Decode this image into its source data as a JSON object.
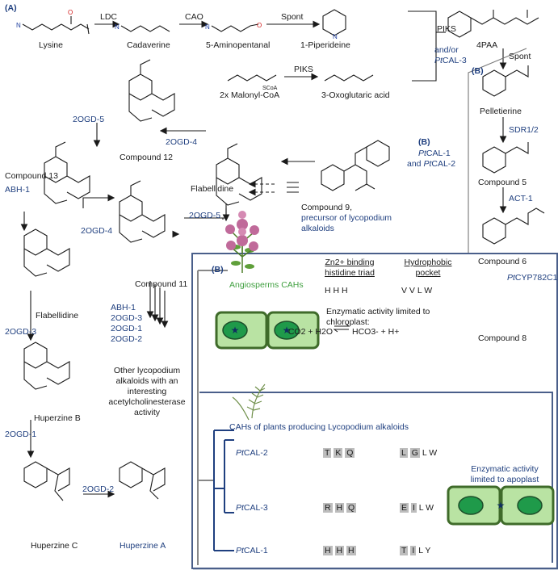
{
  "panel_a": {
    "label": "(A)",
    "compounds": {
      "lysine": "Lysine",
      "cadaverine": "Cadaverine",
      "aminopentanal": "5-Aminopentanal",
      "piperideine": "1-Piperideine",
      "fourpaa": "4PAA",
      "malonyl": "2x Malonyl-CoA",
      "oxoglutaric": "3-Oxoglutaric acid",
      "pelletierine": "Pelletierine",
      "c5": "Compound 5",
      "c6": "Compound 6",
      "c8": "Compound 8",
      "c9a": "Compound 9,",
      "c9b": "precursor of  lycopodium",
      "c9c": "alkaloids",
      "c12": "Compound 12",
      "c13": "Compound 13",
      "flab1": "Flabellidine",
      "flab2": "Flabellidine",
      "c11": "Compound 11",
      "hupb": "Huperzine B",
      "hupc": "Huperzine C",
      "hupa": "Huperzine A",
      "other1": "Other lycopodium",
      "other2": "alkaloids with an",
      "other3": "interesting",
      "other4": "acetylcholinesterase",
      "other5": "activity"
    },
    "enzymes": {
      "ldc": "LDC",
      "cao": "CAO",
      "spont1": "Spont",
      "piks1": "PIKS",
      "andor": "and/or",
      "pcal3": "PtCAL-3",
      "piks2": "PIKS",
      "spont2": "Spont",
      "sdr": "SDR1/2",
      "act": "ACT-1",
      "cyp": "PtCYP782C1",
      "pcal1": "PtCAL-1",
      "pcal2": "and PtCAL-2",
      "b_label1": "(B)",
      "b_label2": "(B)",
      "ogd5a": "2OGD-5",
      "ogd4a": "2OGD-4",
      "ogd5b": "2OGD-5",
      "ogd4b": "2OGD-4",
      "abh1a": "ABH-1",
      "ogd3a": "2OGD-3",
      "ogd1a": "2OGD-1",
      "ogd2a": "2OGD-2",
      "abh1b": "ABH-1",
      "ogd3b": "2OGD-3",
      "ogd1b": "2OGD-1",
      "ogd2b": "2OGD-2"
    },
    "atoms": {
      "n": "N",
      "o": "O",
      "scoa": "SCoA"
    }
  },
  "panel_b": {
    "label": "(B)",
    "col_zn_1": "Zn2+ binding",
    "col_zn_2": "histidine triad",
    "col_hp_1": "Hydrophobic",
    "col_hp_2": "pocket",
    "angio": "Angiosperms CAHs",
    "angio_triad": "H  H  H",
    "angio_pocket": "V  V  L  W",
    "chloro1": "Enzymatic activity limited to",
    "chloro2": "chloroplast:",
    "chloro3a": "CO2 + H2O",
    "chloro3b": "HCO3- + H+",
    "lyco": "CAHs of plants producing Lycopodium alkaloids",
    "apo1": "Enzymatic activity",
    "apo2": "limited to apoplast",
    "rows": [
      {
        "name": "PtCAL-2",
        "triad": [
          "T",
          "K",
          "Q"
        ],
        "pocket": [
          "L",
          "G",
          "L",
          "W"
        ]
      },
      {
        "name": "PtCAL-3",
        "triad": [
          "R",
          "H",
          "Q"
        ],
        "pocket": [
          "E",
          "I",
          "L",
          "W"
        ]
      },
      {
        "name": "PtCAL-1",
        "triad": [
          "H",
          "H",
          "H"
        ],
        "pocket": [
          "T",
          "I",
          "L",
          "Y"
        ]
      }
    ]
  },
  "colors": {
    "nitrogen": "#1f3f9f",
    "oxygen": "#d42020",
    "accent": "#1f3f7f",
    "cell": "#b9e3a3",
    "cell_border": "#3f6b2a",
    "nucleus": "#1f9a4a"
  }
}
